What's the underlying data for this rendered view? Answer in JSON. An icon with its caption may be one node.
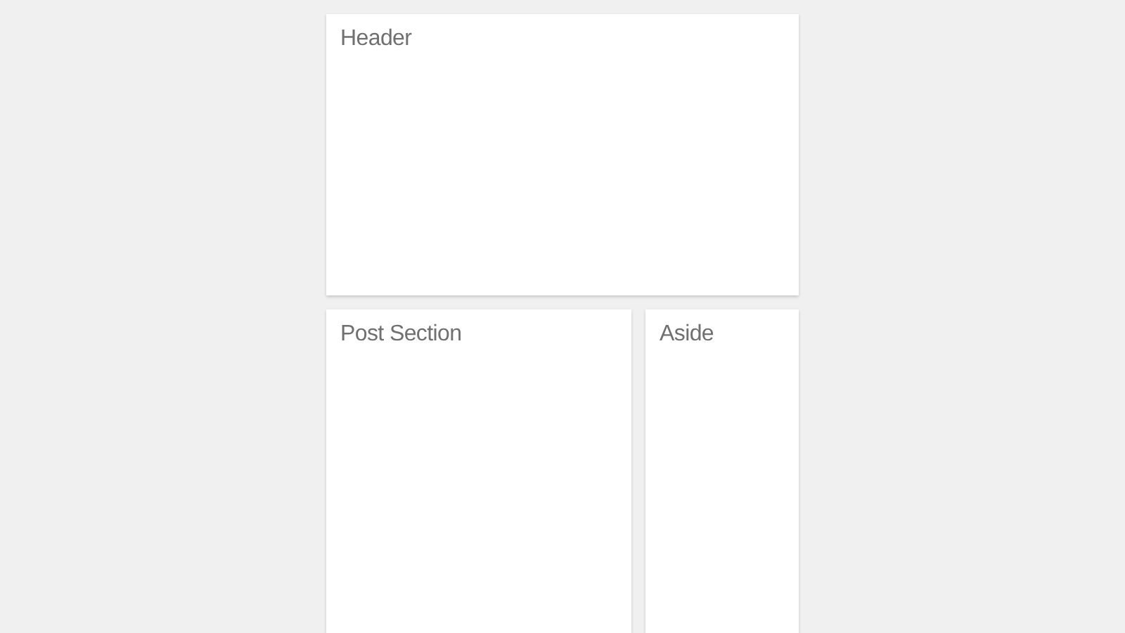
{
  "diagram": {
    "nodes": [
      {
        "text": [
          "Header"
        ]
      },
      {
        "text": [
          "Post Section"
        ]
      },
      {
        "text": [
          "Aside"
        ]
      }
    ]
  }
}
